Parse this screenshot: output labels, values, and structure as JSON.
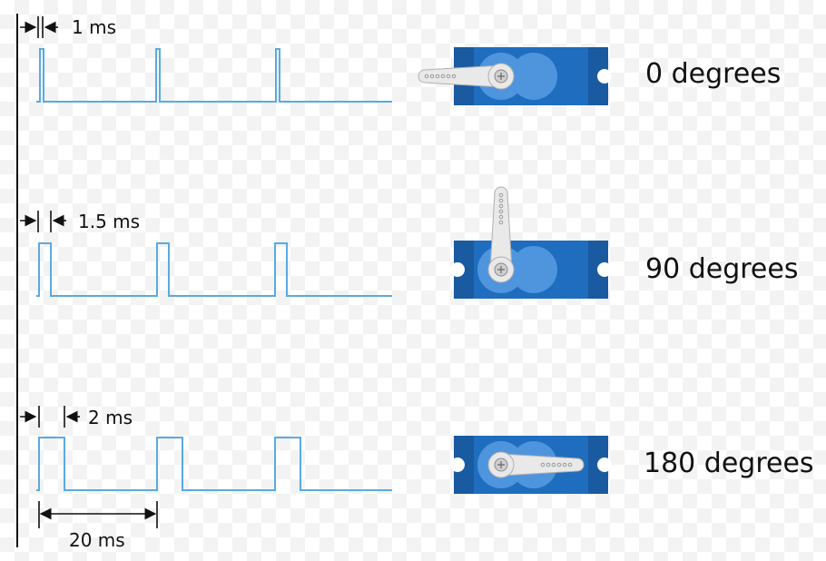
{
  "rows": [
    {
      "pulse_width_ms": 1,
      "pulse_label": "1 ms",
      "angle_label": "0 degrees",
      "servo_horn_angle_deg": 0
    },
    {
      "pulse_width_ms": 1.5,
      "pulse_label": "1.5 ms",
      "angle_label": "90 degrees",
      "servo_horn_angle_deg": 90
    },
    {
      "pulse_width_ms": 2,
      "pulse_label": "2 ms",
      "angle_label": "180 degrees",
      "servo_horn_angle_deg": 180
    }
  ],
  "period_ms": 20,
  "period_label": "20 ms",
  "colors": {
    "signal": "#5aaae0",
    "servo_body": "#1f6dbf",
    "servo_dark": "#1a5aa0",
    "servo_light": "#4e95de",
    "horn": "#e9e9e9",
    "text": "#111111"
  }
}
